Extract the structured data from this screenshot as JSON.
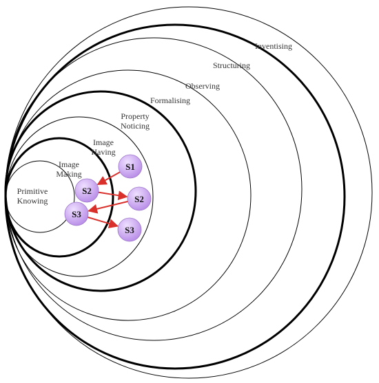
{
  "diagram": {
    "levels": [
      {
        "id": "primitive-knowing",
        "lines": [
          "Primitive",
          "Knowing"
        ],
        "bold": false
      },
      {
        "id": "image-making",
        "lines": [
          "Image",
          "Making"
        ],
        "bold": true
      },
      {
        "id": "image-having",
        "lines": [
          "Image",
          "Having"
        ],
        "bold": false
      },
      {
        "id": "property-noticing",
        "lines": [
          "Property",
          "Noticing"
        ],
        "bold": true
      },
      {
        "id": "formalising",
        "lines": [
          "Formalising"
        ],
        "bold": false
      },
      {
        "id": "observing",
        "lines": [
          "Observing"
        ],
        "bold": false
      },
      {
        "id": "structuring",
        "lines": [
          "Structuring"
        ],
        "bold": true
      },
      {
        "id": "inventising",
        "lines": [
          "Inventising"
        ],
        "bold": false
      }
    ],
    "nodes": [
      {
        "id": "n1",
        "label": "S1"
      },
      {
        "id": "n2",
        "label": "S2"
      },
      {
        "id": "n3",
        "label": "S2"
      },
      {
        "id": "n4",
        "label": "S3"
      },
      {
        "id": "n5",
        "label": "S3"
      }
    ],
    "edges": [
      {
        "from": "n1",
        "to": "n2"
      },
      {
        "from": "n2",
        "to": "n3"
      },
      {
        "from": "n3",
        "to": "n4"
      },
      {
        "from": "n4",
        "to": "n5"
      }
    ],
    "colors": {
      "ring": "#000000",
      "node_fill_light": "#efe0ff",
      "node_fill_dark": "#b98ee8",
      "arrow": "#d9302b"
    }
  }
}
